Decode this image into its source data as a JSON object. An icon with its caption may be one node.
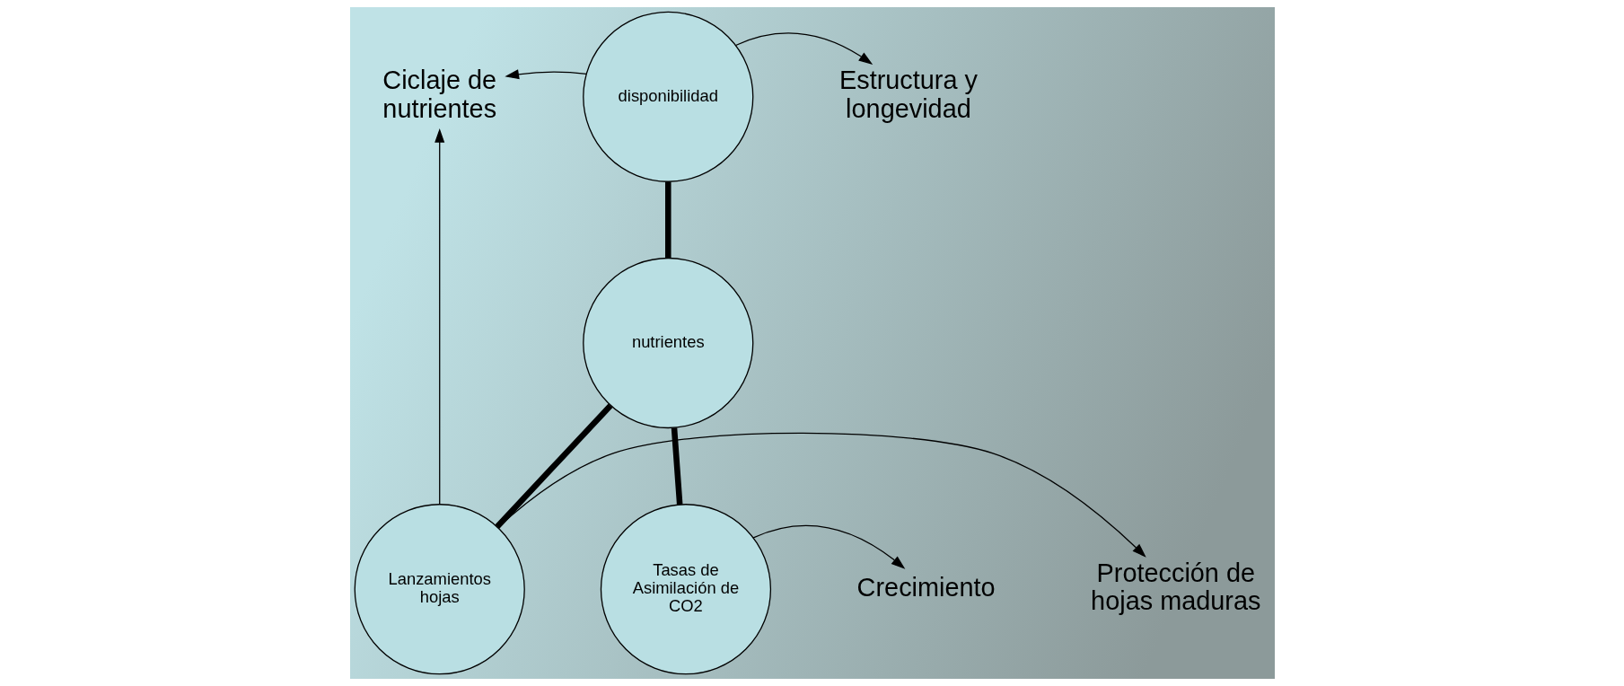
{
  "diagram": {
    "nodes": [
      {
        "text": [
          "nutrientes"
        ]
      },
      {
        "text": [
          "disponibilidad"
        ]
      },
      {
        "text": [
          "Lanzamientos hojas"
        ]
      },
      {
        "text": [
          "Tasas de Asimilación de CO2"
        ]
      },
      {
        "text": [
          "Ciclaje de nutrientes"
        ]
      },
      {
        "text": [
          "Estructura y longevidad"
        ]
      },
      {
        "text": [
          "Protección de hojas maduras"
        ]
      },
      {
        "text": [
          "Crecimiento"
        ]
      }
    ],
    "edges": [
      {
        "from": 0,
        "to": 1,
        "arrow": "none",
        "style": "thick"
      },
      {
        "from": 0,
        "to": 2,
        "arrow": "none",
        "style": "thick"
      },
      {
        "from": 0,
        "to": 3,
        "arrow": "none",
        "style": "thick"
      },
      {
        "from": 1,
        "to": 4,
        "arrow": "to"
      },
      {
        "from": 1,
        "to": 5,
        "arrow": "to"
      },
      {
        "from": 2,
        "to": 4,
        "arrow": "to"
      },
      {
        "from": 2,
        "to": 6,
        "arrow": "to"
      },
      {
        "from": 3,
        "to": 7,
        "arrow": "to"
      }
    ]
  }
}
